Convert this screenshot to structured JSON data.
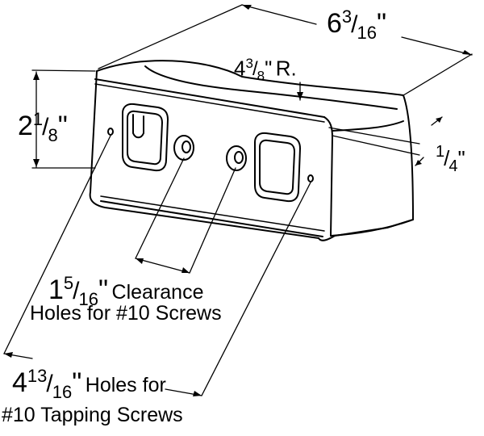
{
  "dimensions": {
    "width_overall": {
      "whole": "6",
      "num": "3",
      "den": "16",
      "unit": "\""
    },
    "radius": {
      "whole": "4",
      "num": "3",
      "den": "8",
      "unit": "\"",
      "suffix": "R."
    },
    "height": {
      "whole": "2",
      "num": "1",
      "den": "8",
      "unit": "\""
    },
    "thickness": {
      "num": "1",
      "den": "4",
      "unit": "\""
    },
    "clearance": {
      "whole": "1",
      "num": "5",
      "den": "16",
      "unit": "\"",
      "text": "Clearance",
      "line2": "Holes for #10 Screws"
    },
    "tapping": {
      "whole": "4",
      "num": "13",
      "den": "16",
      "unit": "\"",
      "text": "Holes for",
      "line2": "#10 Tapping Screws"
    }
  },
  "colors": {
    "ink": "#000000",
    "paper": "#ffffff"
  }
}
